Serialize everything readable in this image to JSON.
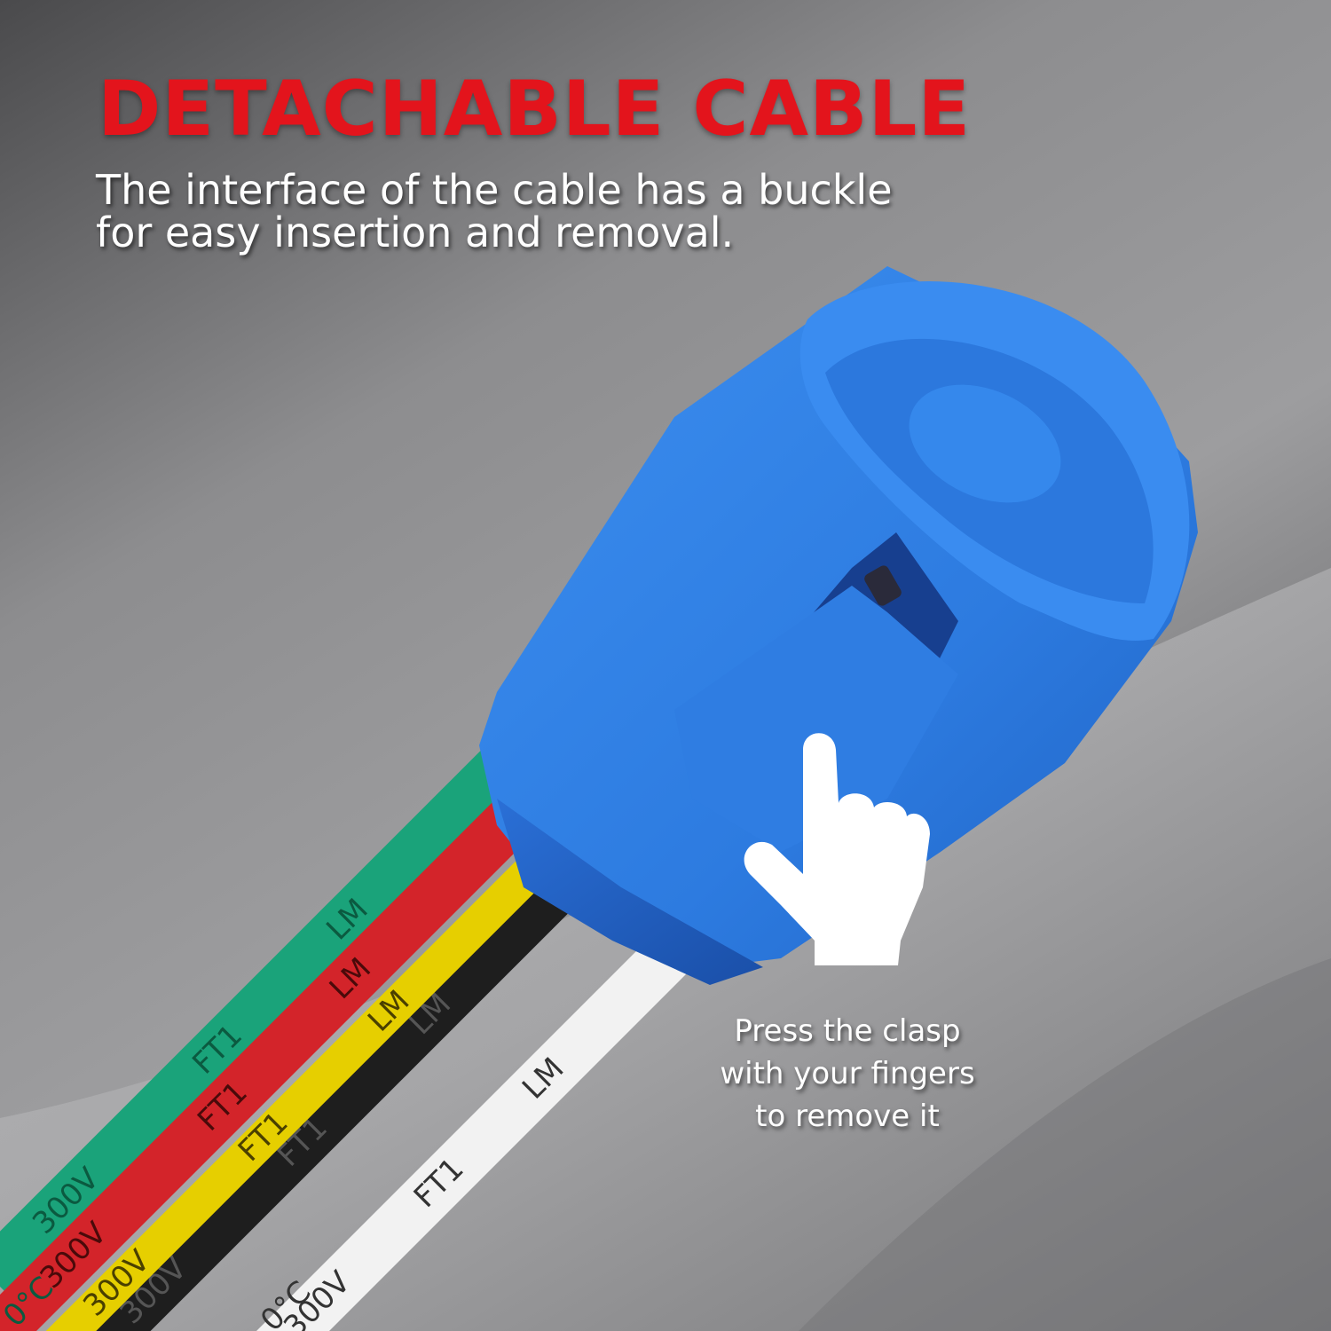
{
  "headline": "DETACHABLE CABLE",
  "subline": [
    "The interface of the cable has a buckle",
    "for easy insertion and removal."
  ],
  "hint": [
    "Press the clasp",
    "with your fingers",
    "to remove it"
  ],
  "wire_print": {
    "rating": "300V",
    "code": "FT1",
    "maker": "LM",
    "temp_fragment": "0°C"
  },
  "colors": {
    "headline": "#e3141c",
    "connector": "#2f7fe0",
    "wire_green": "#1aa37a",
    "wire_red": "#d3242a",
    "wire_yellow": "#e6cf00",
    "wire_black": "#1e1e1e",
    "wire_white": "#f2f2f2"
  },
  "icons": {
    "pointer": "pointing-hand-icon"
  }
}
